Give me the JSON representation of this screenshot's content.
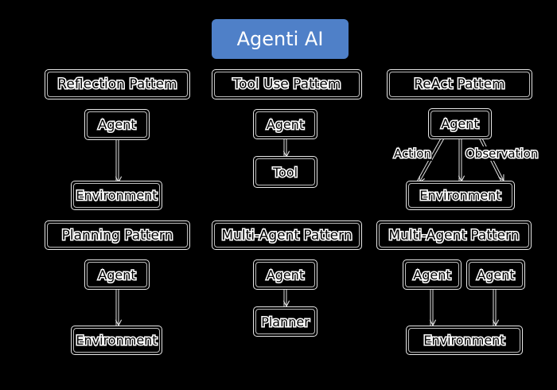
{
  "title": "Agenti AI",
  "patterns": {
    "reflection": {
      "title": "Reflection Pattem",
      "agent": "Agent",
      "environment": "Environment"
    },
    "tool_use": {
      "title": "Tool Use Pattem",
      "agent": "Agent",
      "tool": "Tool"
    },
    "react": {
      "title": "ReAct Pattem",
      "agent": "Agent",
      "environment": "Environment",
      "action": "Action",
      "observation": "Observation"
    },
    "planning": {
      "title": "Planning Pattern",
      "agent": "Agent",
      "environment": "Environment"
    },
    "multi_agent_1": {
      "title": "Multi-Agent Pattern",
      "agent": "Agent",
      "planner": "Planner"
    },
    "multi_agent_2": {
      "title": "Multi-Agent Pattern",
      "agent_1": "Agent",
      "agent_2": "Agent",
      "environment": "Environment"
    }
  },
  "colors": {
    "background": "#000000",
    "title_fill": "#4f80c8",
    "stroke": "#e8e8e8"
  }
}
